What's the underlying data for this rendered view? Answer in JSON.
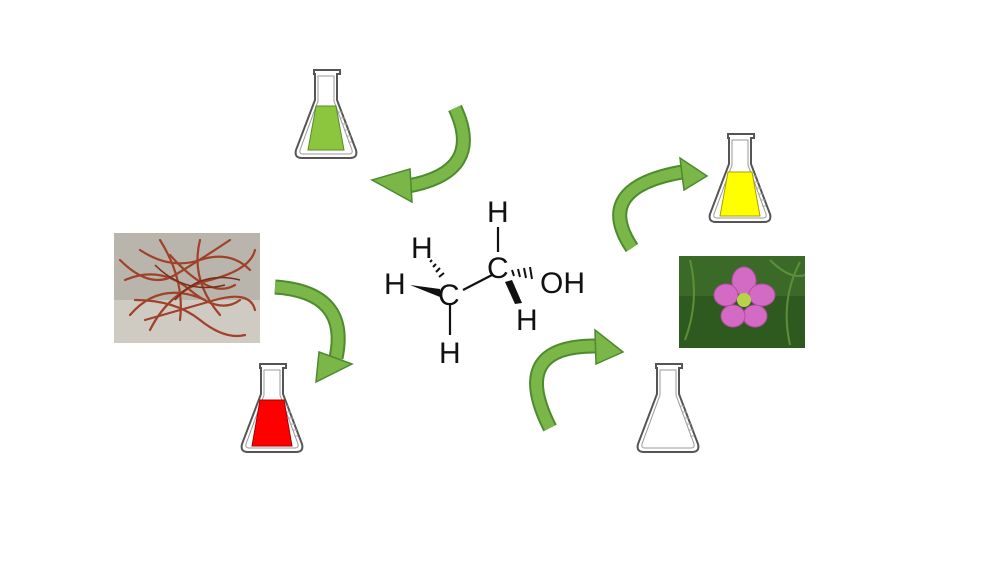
{
  "molecule": {
    "name": "ethanol",
    "atoms": {
      "h_top": "H",
      "h_upper_left": "H",
      "h_left": "H",
      "c_left": "C",
      "c_right": "C",
      "oh": "OH",
      "h_lower_right": "H",
      "h_bottom": "H"
    }
  },
  "flasks": [
    {
      "id": "flask-green",
      "liquid_color": "#8cc63f"
    },
    {
      "id": "flask-red",
      "liquid_color": "#ff0000"
    },
    {
      "id": "flask-yellow",
      "liquid_color": "#ffff00"
    },
    {
      "id": "flask-empty",
      "liquid_color": "none"
    }
  ],
  "colors": {
    "arrow_fill": "#7ab648",
    "arrow_edge": "#4e8a2e",
    "flask_outline": "#555555"
  }
}
